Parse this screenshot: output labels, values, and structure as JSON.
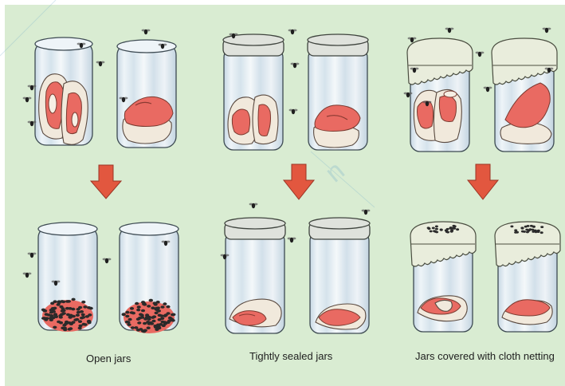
{
  "diagram": {
    "background_color": "#d9ecd2",
    "meat_color": "#e96a62",
    "fat_color": "#f1e9dc",
    "arrow_color": "#e2573f",
    "glass_color": "#dfeaf2",
    "lid_color": "#dfe2dc",
    "cloth_color": "#e9eddc",
    "maggot_color": "#2a2a2a",
    "groups": [
      {
        "id": "open",
        "caption": "Open jars"
      },
      {
        "id": "sealed",
        "caption": "Tightly sealed jars"
      },
      {
        "id": "cloth",
        "caption": "Jars covered with cloth netting"
      }
    ]
  }
}
